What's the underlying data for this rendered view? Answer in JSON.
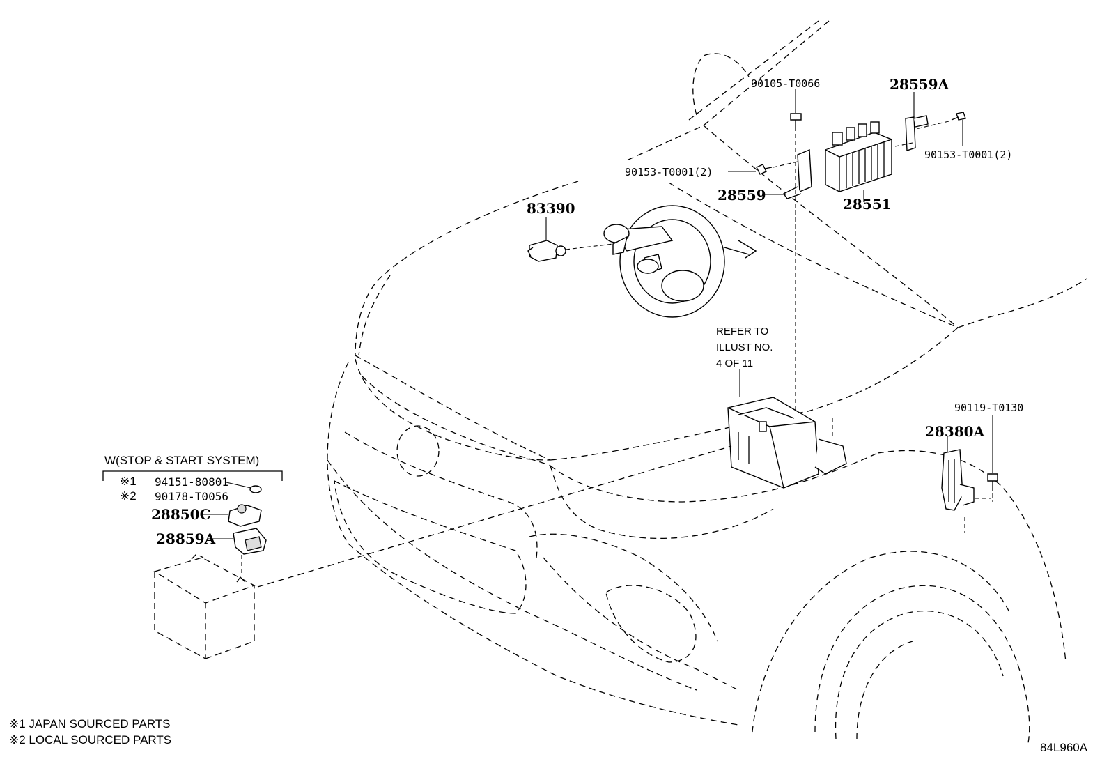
{
  "labels": {
    "p83390": "83390",
    "p90105": "90105-T0066",
    "p28559A": "28559A",
    "p90153_left": "90153-T0001(2)",
    "p90153_right": "90153-T0001(2)",
    "p28559": "28559",
    "p28551": "28551",
    "p90119": "90119-T0130",
    "p28380A": "28380A",
    "p28850C": "28850C",
    "p28859A": "28859A",
    "p94151": "94151-80801",
    "p90178": "90178-T0056"
  },
  "refer": {
    "line1": "REFER TO",
    "line2": "ILLUST NO.",
    "line3": "4 OF 11"
  },
  "stop_start": {
    "title": "W(STOP & START SYSTEM)",
    "mark1": "※1",
    "mark2": "※2"
  },
  "footnotes": {
    "note1": "※1 JAPAN SOURCED PARTS",
    "note2": "※2 LOCAL SOURCED PARTS"
  },
  "illustration_id": "84L960A"
}
